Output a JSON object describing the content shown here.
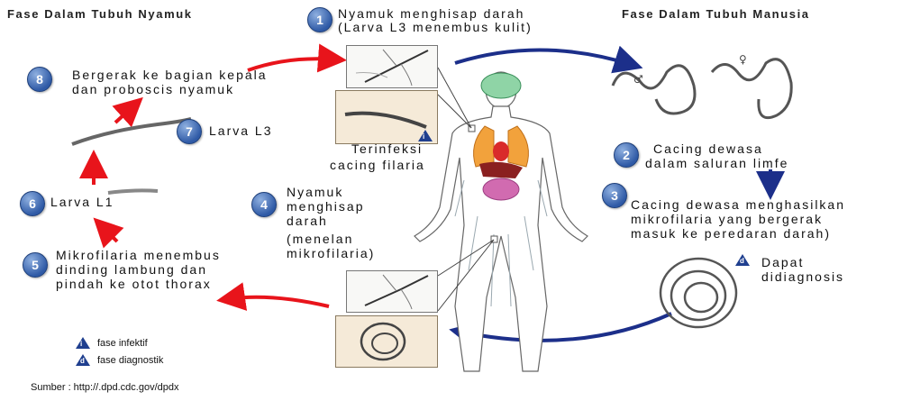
{
  "headers": {
    "left": "Fase Dalam Tubuh Nyamuk",
    "right": "Fase Dalam Tubuh Manusia"
  },
  "steps": [
    {
      "num": "1",
      "line1": "Nyamuk menghisap darah",
      "line2": "(Larva L3 menembus kulit)"
    },
    {
      "num": "2",
      "line1": "Cacing dewasa",
      "line2": "dalam saluran limfe"
    },
    {
      "num": "3",
      "line1": "Cacing dewasa menghasilkan",
      "line2": "mikrofilaria yang bergerak",
      "line3": "masuk ke peredaran darah)"
    },
    {
      "num": "4",
      "line1": "Nyamuk",
      "line2": "menghisap",
      "line3": "darah",
      "line4": "(menelan",
      "line5": "mikrofilaria)"
    },
    {
      "num": "5",
      "line1": "Mikrofilaria menembus",
      "line2": "dinding lambung dan",
      "line3": "pindah ke otot thorax"
    },
    {
      "num": "6",
      "line1": "Larva L1"
    },
    {
      "num": "7",
      "line1": "Larva L3"
    },
    {
      "num": "8",
      "line1": "Bergerak ke bagian kepala",
      "line2": "dan proboscis nyamuk"
    }
  ],
  "labels": {
    "infected_line1": "Terinfeksi",
    "infected_line2": "cacing filaria",
    "diagnosable_line1": "Dapat",
    "diagnosable_line2": "didiagnosis"
  },
  "legend": {
    "infective_symbol": "i",
    "infective": "fase infektif",
    "diagnostic_symbol": "d",
    "diagnostic": "fase diagnostik"
  },
  "source": "Sumber : http://.dpd.cdc.gov/dpdx",
  "colors": {
    "red_arrow": "#e8141b",
    "blue_arrow": "#1c2f8a",
    "badge": "#2f5aa6"
  }
}
